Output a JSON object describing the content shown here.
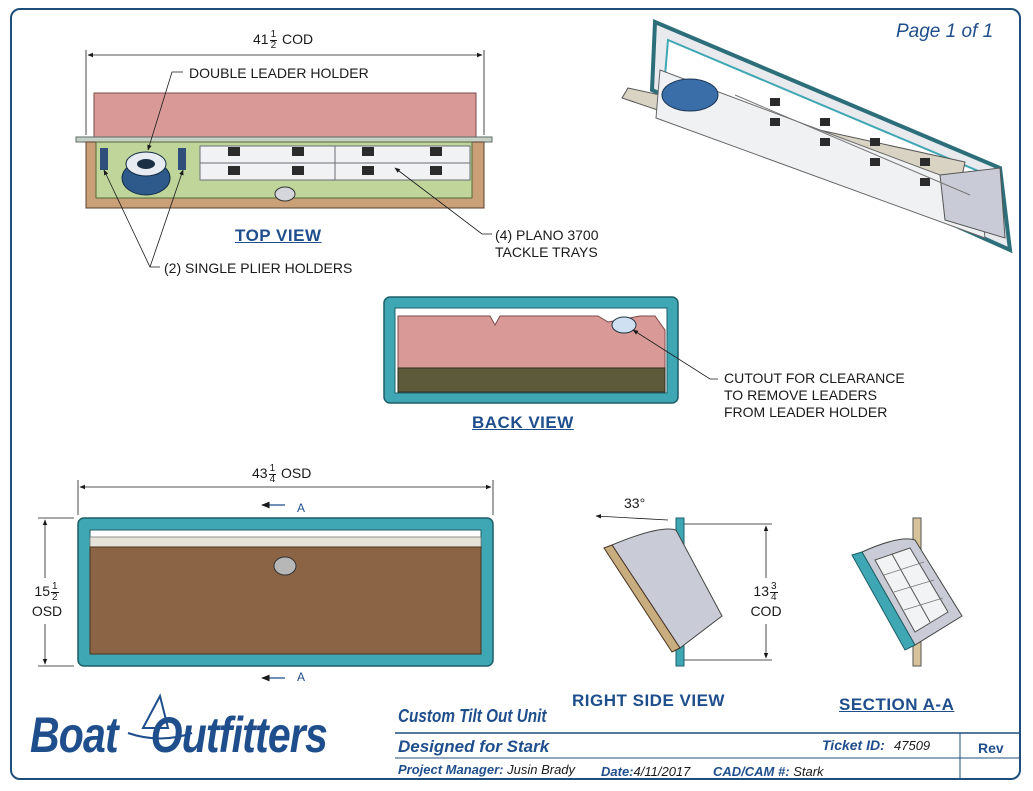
{
  "page": {
    "label": "Page 1 of 1"
  },
  "top_view": {
    "title": "TOP VIEW",
    "dim_whole": "41",
    "dim_num": "1",
    "dim_den": "2",
    "dim_suffix": "COD",
    "callout_leader": "DOUBLE LEADER HOLDER",
    "callout_pliers": "(2) SINGLE PLIER HOLDERS",
    "callout_trays_1": "(4) PLANO 3700",
    "callout_trays_2": "TACKLE TRAYS"
  },
  "back_view": {
    "title": "BACK VIEW",
    "callout_1": "CUTOUT FOR CLEARANCE",
    "callout_2": "TO REMOVE LEADERS",
    "callout_3": "FROM LEADER HOLDER"
  },
  "front_view": {
    "width_whole": "43",
    "width_num": "1",
    "width_den": "4",
    "width_suffix": "OSD",
    "height_whole": "15",
    "height_num": "1",
    "height_den": "2",
    "height_suffix": "OSD",
    "section_mark": "A"
  },
  "right_side_view": {
    "title": "RIGHT SIDE VIEW",
    "angle": "33°",
    "height_whole": "13",
    "height_num": "3",
    "height_den": "4",
    "height_suffix": "COD"
  },
  "section_view": {
    "title": "SECTION A-A"
  },
  "title_block": {
    "logo_left": "Boat",
    "logo_right": "Outfitters",
    "product": "Custom Tilt Out Unit",
    "designed_for": "Designed for Stark",
    "ticket_label": "Ticket ID:",
    "ticket_value": "47509",
    "rev_label": "Rev",
    "pm_label": "Project Manager:",
    "pm_value": "Jusin Brady",
    "date_label": "Date:",
    "date_value": "4/11/2017",
    "cad_label": "CAD/CAM #:",
    "cad_value": "Stark"
  },
  "colors": {
    "frame": "#1e4f7a",
    "teal": "#3fa7b3",
    "pink": "#d99a97",
    "green": "#bfd59a",
    "brown": "#8b6446",
    "olive": "#5c5a3a",
    "gray": "#c9ccd6",
    "title_blue": "#1f4e8c"
  }
}
